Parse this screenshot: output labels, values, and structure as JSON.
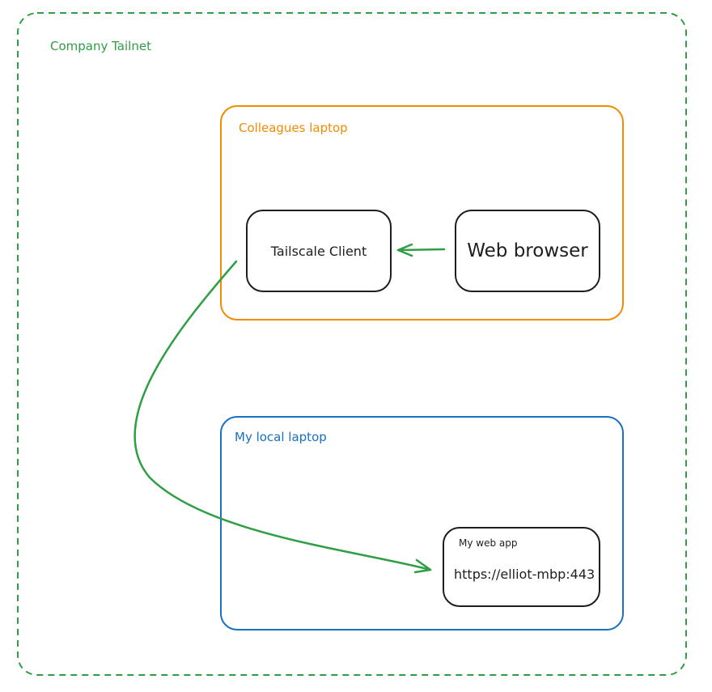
{
  "groups": {
    "tailnet": {
      "label": "Company Tailnet",
      "color": "#2f9e44"
    },
    "colleagues_laptop": {
      "label": "Colleagues laptop",
      "color": "#f08c00"
    },
    "local_laptop": {
      "label": "My local laptop",
      "color": "#1971c2"
    }
  },
  "nodes": {
    "tailscale_client": {
      "label": "Tailscale Client"
    },
    "web_browser": {
      "label": "Web browser"
    },
    "web_app": {
      "title": "My web app",
      "url": "https://elliot-mbp:443"
    }
  },
  "edges": [
    {
      "from": "web_browser",
      "to": "tailscale_client",
      "color": "#2f9e44"
    },
    {
      "from": "tailscale_client",
      "to": "web_app",
      "color": "#2f9e44"
    }
  ],
  "colors": {
    "stroke": "#1e1e1e",
    "edge": "#2f9e44"
  }
}
